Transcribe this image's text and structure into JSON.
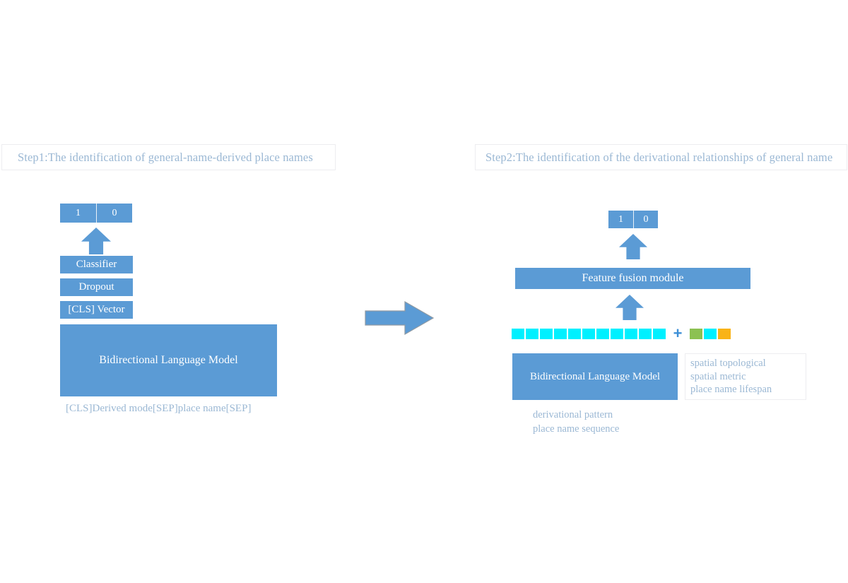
{
  "figure": {
    "colors": {
      "box_blue": "#5b9bd5",
      "caption_blue": "#9bb8d4",
      "token_cyan": "#00f0ff",
      "token_green": "#8cc152",
      "token_orange": "#f9b317",
      "plus_blue": "#3d8fd6",
      "panel_border": "#ededf0"
    }
  },
  "step1": {
    "banner": "Step1:The identification of general-name-derived place names",
    "output_cells": [
      "1",
      "0"
    ],
    "stack": [
      {
        "label": "Classifier"
      },
      {
        "label": "Dropout"
      },
      {
        "label": "[CLS] Vector"
      }
    ],
    "model_box": "Bidirectional Language Model",
    "caption": "[CLS]Derived mode[SEP]place name[SEP]"
  },
  "step2": {
    "banner": "Step2:The identification of the derivational relationships of general name",
    "output_cells": [
      "1",
      "0"
    ],
    "fusion_box": "Feature fusion module",
    "token_strip_main": {
      "count": 11,
      "color": "#00f0ff"
    },
    "plus": "+",
    "token_strip_extra": {
      "colors": [
        "#8cc152",
        "#00f0ff",
        "#f9b317"
      ]
    },
    "model_box": "Bidirectional Language Model",
    "caption_lines": [
      "derivational pattern",
      "place name sequence"
    ],
    "feature_list": [
      "spatial topological",
      "spatial metric",
      "place name lifespan"
    ]
  }
}
